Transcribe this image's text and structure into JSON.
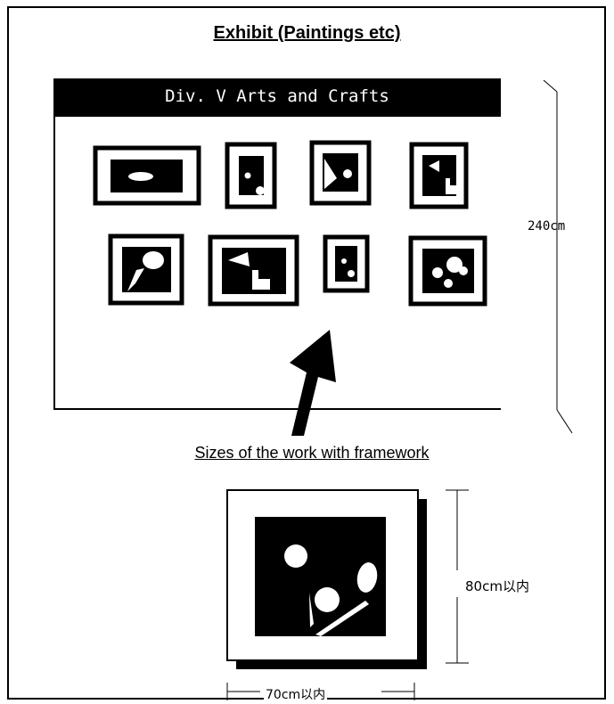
{
  "exhibit": {
    "title": "Exhibit (Paintings etc)",
    "banner": "Div. V Arts and Crafts",
    "wall_height": "240cm",
    "sizes_caption": "Sizes of the work with framework",
    "max_height": "80cm以内",
    "max_width": "70cm以内"
  },
  "colors": {
    "ink": "#000000",
    "paper": "#ffffff"
  },
  "icons": [
    "arrow-up-icon",
    "painting-frame-icon"
  ]
}
